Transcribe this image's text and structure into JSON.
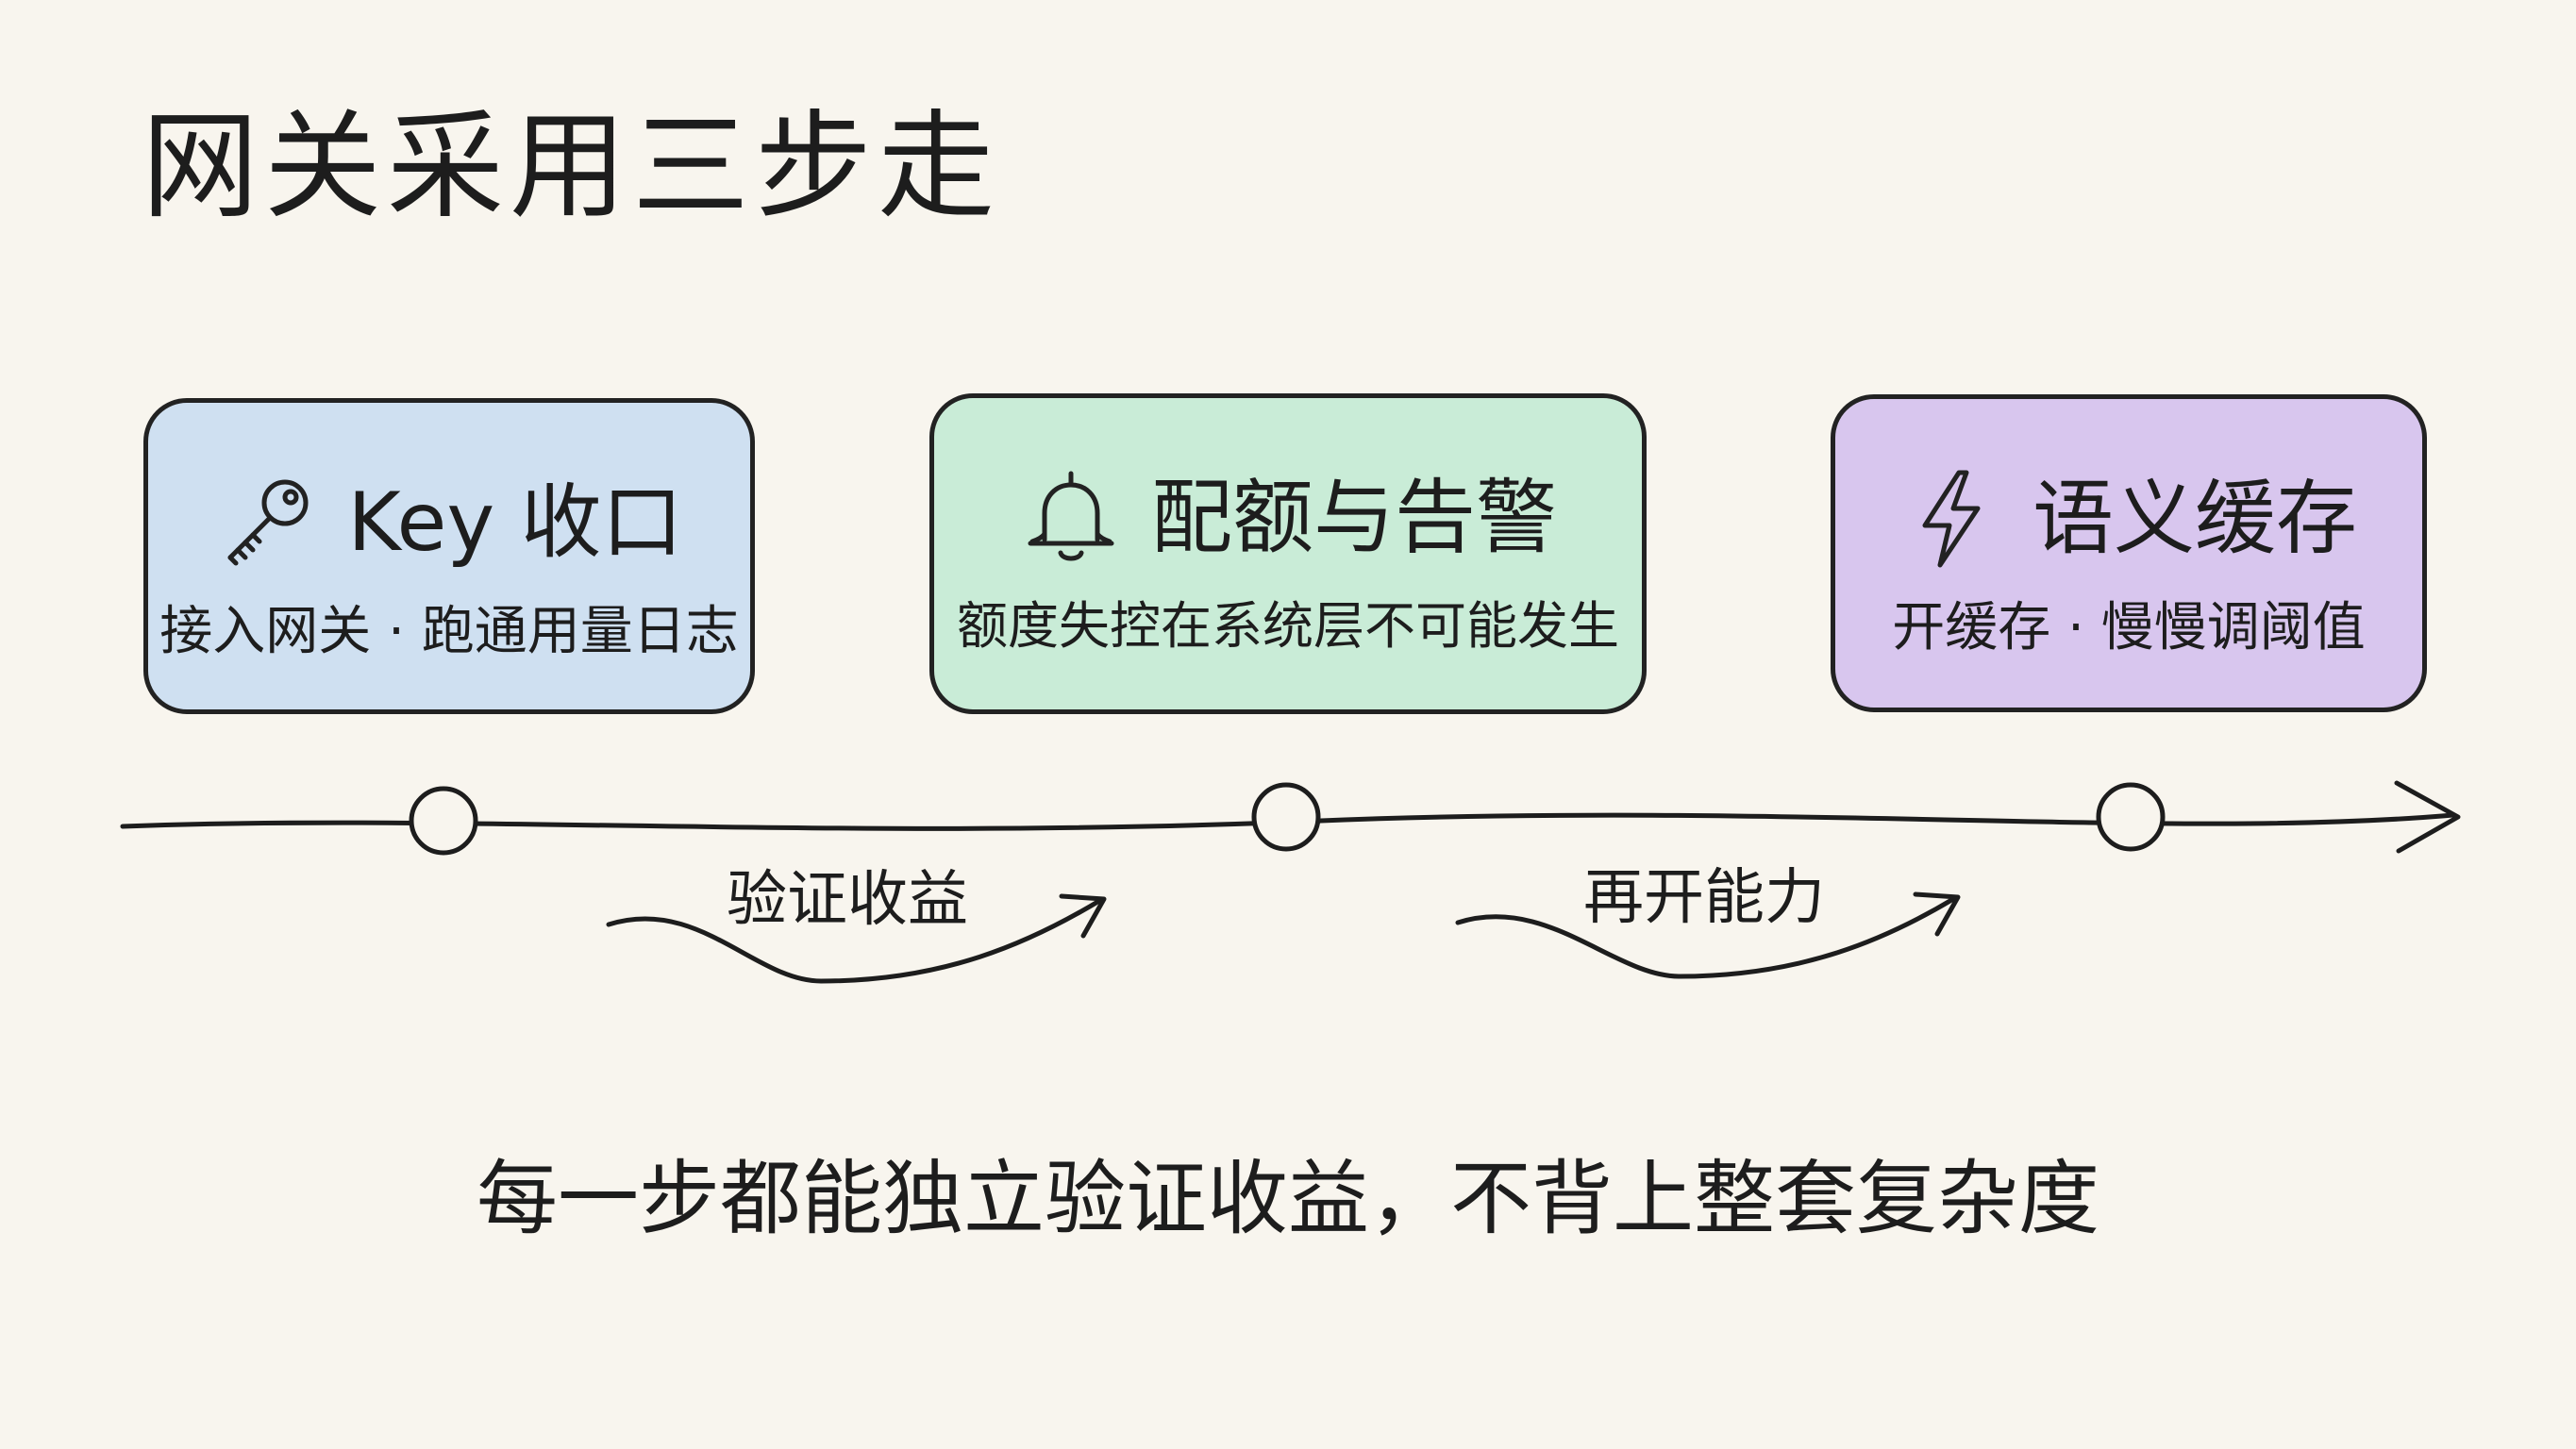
{
  "title": "网关采用三步走",
  "steps": [
    {
      "icon": "key-icon",
      "title": "Key 收口",
      "subtitle": "接入网关 · 跑通用量日志",
      "color": "#cfe0f1"
    },
    {
      "icon": "bell-icon",
      "title": "配额与告警",
      "subtitle": "额度失控在系统层不可能发生",
      "color": "#c9ecd7"
    },
    {
      "icon": "lightning-icon",
      "title": "语义缓存",
      "subtitle": "开缓存 · 慢慢调阈值",
      "color": "#d8c6ee"
    }
  ],
  "transitions": [
    {
      "label": "验证收益"
    },
    {
      "label": "再开能力"
    }
  ],
  "caption": "每一步都能独立验证收益，不背上整套复杂度"
}
